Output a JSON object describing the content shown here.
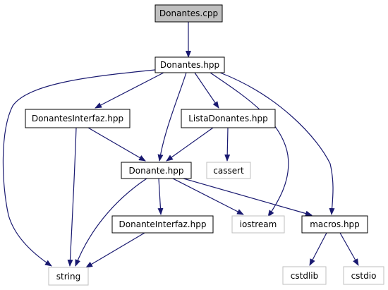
{
  "diagram": {
    "nodes": [
      {
        "id": "donantes_cpp",
        "label": "Donantes.cpp",
        "style": "root"
      },
      {
        "id": "donantes_hpp",
        "label": "Donantes.hpp",
        "style": "normal"
      },
      {
        "id": "donantesinterfaz_hpp",
        "label": "DonantesInterfaz.hpp",
        "style": "normal"
      },
      {
        "id": "listadonantes_hpp",
        "label": "ListaDonantes.hpp",
        "style": "normal"
      },
      {
        "id": "donante_hpp",
        "label": "Donante.hpp",
        "style": "normal"
      },
      {
        "id": "cassert",
        "label": "cassert",
        "style": "external"
      },
      {
        "id": "donanteinterfaz_hpp",
        "label": "DonanteInterfaz.hpp",
        "style": "normal"
      },
      {
        "id": "iostream",
        "label": "iostream",
        "style": "external"
      },
      {
        "id": "macros_hpp",
        "label": "macros.hpp",
        "style": "normal"
      },
      {
        "id": "string",
        "label": "string",
        "style": "external"
      },
      {
        "id": "cstdlib",
        "label": "cstdlib",
        "style": "external"
      },
      {
        "id": "cstdio",
        "label": "cstdio",
        "style": "external"
      }
    ],
    "edges": [
      {
        "from": "donantes_cpp",
        "to": "donantes_hpp"
      },
      {
        "from": "donantes_hpp",
        "to": "donantesinterfaz_hpp"
      },
      {
        "from": "donantes_hpp",
        "to": "listadonantes_hpp"
      },
      {
        "from": "donantes_hpp",
        "to": "donante_hpp"
      },
      {
        "from": "donantes_hpp",
        "to": "string"
      },
      {
        "from": "donantes_hpp",
        "to": "iostream"
      },
      {
        "from": "donantes_hpp",
        "to": "macros_hpp"
      },
      {
        "from": "donantesinterfaz_hpp",
        "to": "donante_hpp"
      },
      {
        "from": "donantesinterfaz_hpp",
        "to": "string"
      },
      {
        "from": "listadonantes_hpp",
        "to": "donante_hpp"
      },
      {
        "from": "listadonantes_hpp",
        "to": "cassert"
      },
      {
        "from": "donante_hpp",
        "to": "donanteinterfaz_hpp"
      },
      {
        "from": "donante_hpp",
        "to": "iostream"
      },
      {
        "from": "donante_hpp",
        "to": "macros_hpp"
      },
      {
        "from": "donante_hpp",
        "to": "string"
      },
      {
        "from": "donanteinterfaz_hpp",
        "to": "string"
      },
      {
        "from": "macros_hpp",
        "to": "cstdlib"
      },
      {
        "from": "macros_hpp",
        "to": "cstdio"
      }
    ],
    "colors": {
      "edge": "#191970",
      "root_fill": "#bfbfbf",
      "node_border": "#000000",
      "external_border": "#bfbfbf",
      "text": "#000000"
    }
  }
}
